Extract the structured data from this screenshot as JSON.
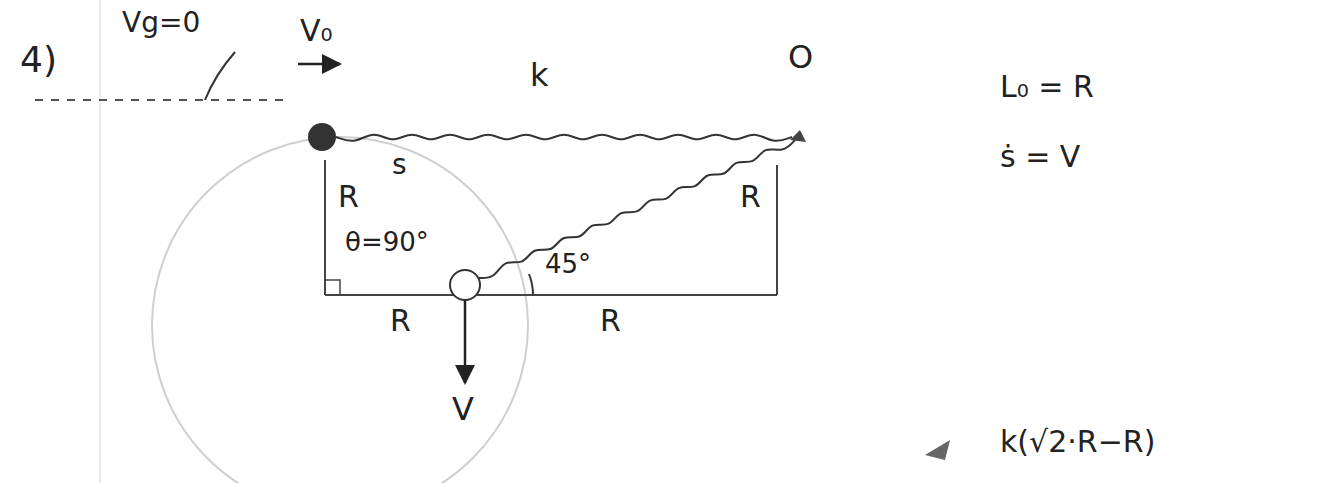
{
  "diagram": {
    "labels": [
      "4)",
      "Vg=0",
      "V₀",
      "k",
      "O",
      "L₀ = R",
      "ṡ = V",
      "s",
      "R",
      "θ=90°",
      "R",
      "45°",
      "R",
      "R",
      "V",
      "k(√2·R−R)"
    ]
  }
}
